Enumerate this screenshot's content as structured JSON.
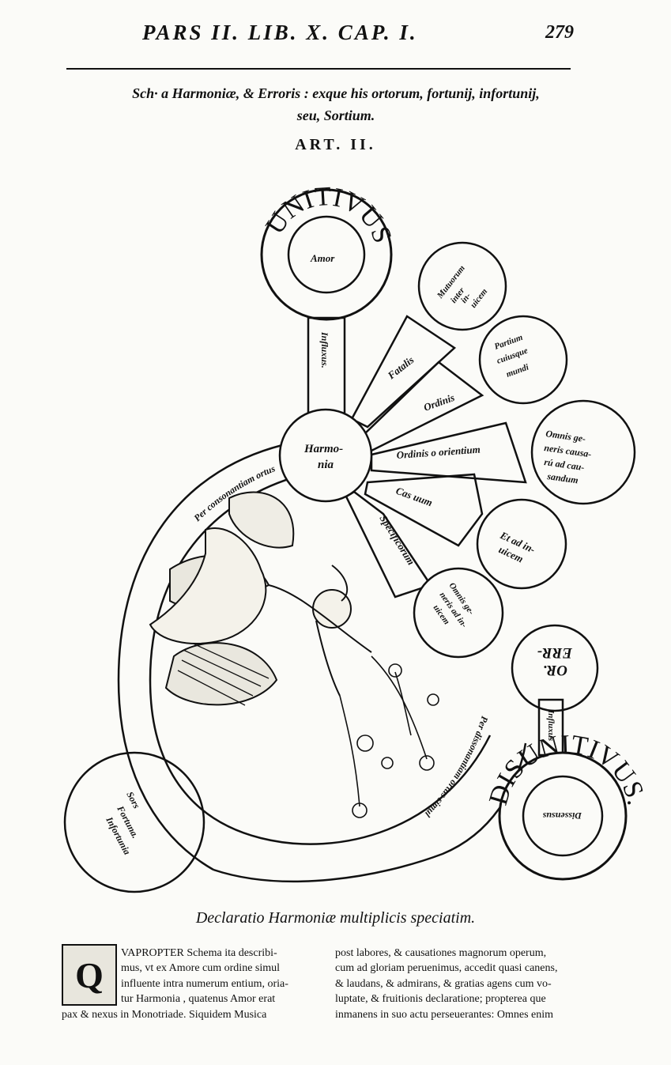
{
  "header": {
    "running_head": "PARS II. LIB. X. CAP. I.",
    "page_number": "279"
  },
  "caption": {
    "line1": "Sch· a Harmoniæ, & Erroris : exque his ortorum, fortunij, infortunij,",
    "line2": "seu, Sortium."
  },
  "art_heading": "ART. II.",
  "diagram": {
    "unitivus_letters": "UNITIVUS",
    "amor": "Amor",
    "influxus_label": "Influxus.",
    "harmonia": [
      "Harmo-",
      "nia"
    ],
    "rays": {
      "fatalis": "Fatalis",
      "ordinis": "Ordinis",
      "ordinis_orientium": "Ordinis o orientium",
      "casuum": "Cas  uum",
      "specificorum": "Specificorum"
    },
    "outer_circles": {
      "mutuorum": [
        "Mutuorum",
        "inter",
        "in-",
        "uicem"
      ],
      "partium": [
        "Partium",
        "cuiusque",
        "mundi"
      ],
      "omnis_generis": [
        "Omnis ge-",
        "neris causa-",
        "rú ad cau-",
        "sandum"
      ],
      "et_ad_inuicem": [
        "Et ad in-",
        "uicem"
      ],
      "omnis_generis_inuicem": [
        "Omnis ge-",
        "neris ad in-",
        "uicem"
      ]
    },
    "arc_upper": "Per consonantiam ortus",
    "arc_lower": "Per dissonantiam ortus simul",
    "sors": [
      "Sors",
      "Fortuna.",
      "Infortunia"
    ],
    "error": [
      "ERR-",
      "OR."
    ],
    "influxus_lower": "Influxus",
    "disunitivus_letters": "DISUNITIVUS.",
    "dissensus": "Dissensus"
  },
  "plate_title": "Declaratio Harmoniæ multiplicis speciatim.",
  "drop_cap_letter": "Q",
  "body": {
    "left_lines": [
      "VAPROPTER Schema ita describi-",
      "mus, vt ex Amore cum ordine simul",
      "influente intra numerum entium, oria-",
      "tur Harmonia , quatenus Amor erat",
      "pax & nexus in Monotriade. Siquidem Musica"
    ],
    "right_lines": [
      "post labores, & causationes magnorum operum,",
      "cum ad gloriam peruenimus, accedit quasi canens,",
      "& laudans, & admirans, & gratias agens cum vo-",
      "luptate, & fruitionis declaratione; propterea que",
      "inmanens in suo actu perseuerantes: Omnes enim"
    ]
  }
}
